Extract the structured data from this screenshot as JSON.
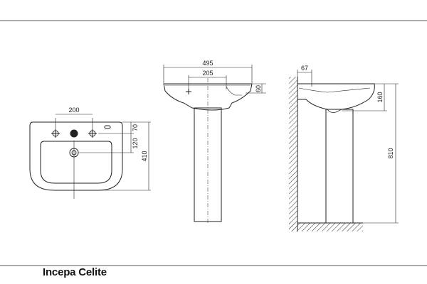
{
  "brand": "Incepa Celite",
  "views": {
    "top": {
      "dims": {
        "tap_spacing": "200",
        "to_outlet": "70",
        "to_drain": "120",
        "depth": "410"
      }
    },
    "front": {
      "dims": {
        "width": "495",
        "inner_width": "205",
        "rim_height": "60"
      }
    },
    "side": {
      "dims": {
        "wall_offset": "67",
        "bowl_height": "160",
        "total_height": "810"
      }
    }
  }
}
